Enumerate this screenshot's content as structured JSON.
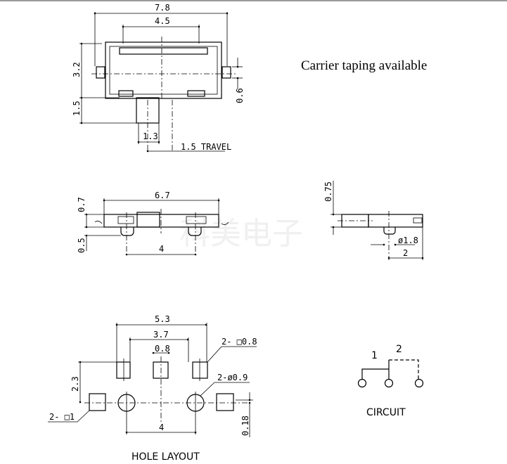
{
  "note": "Carrier taping available",
  "watermark": "科美电子",
  "top_view": {
    "width": "7.8",
    "pin_pitch": "4.5",
    "height": "3.2",
    "actuator_length": "1.5",
    "actuator_width": "1.3",
    "travel": "1.5 TRAVEL",
    "tab": "0.6"
  },
  "side_view": {
    "length": "6.7",
    "height": "0.7",
    "boss": "0.5",
    "boss_pitch": "4"
  },
  "end_view": {
    "height": "0.75",
    "boss_dia": "ø1.8",
    "width": "2"
  },
  "hole_layout": {
    "caption": "HOLE LAYOUT",
    "outer": "5.3",
    "inner": "3.7",
    "pad": "0.8",
    "row_gap": "2.3",
    "pitch": "4",
    "offset": "0.18",
    "callout_square_pads": "2- □0.8",
    "callout_holes": "2-ø0.9",
    "callout_mount_pads": "2- □1"
  },
  "circuit": {
    "caption": "CIRCUIT",
    "pos1": "1",
    "pos2": "2"
  }
}
